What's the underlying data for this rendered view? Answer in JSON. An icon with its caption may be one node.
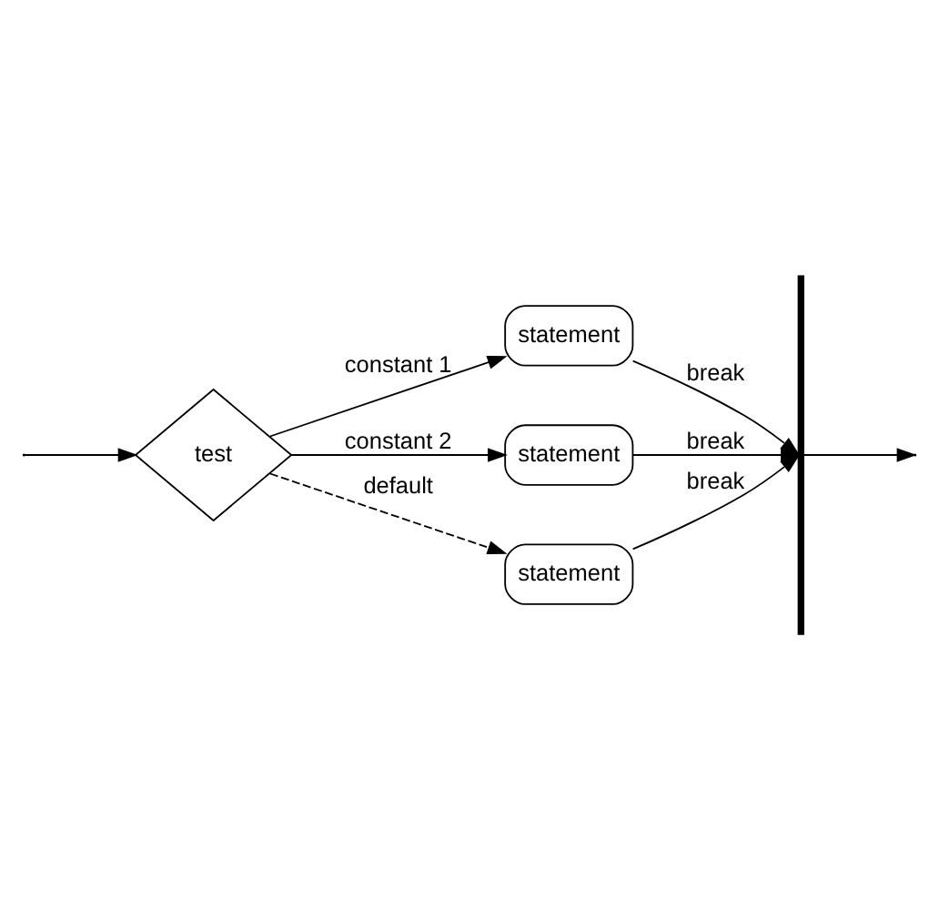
{
  "diagram": {
    "nodes": [
      {
        "text": [
          "test"
        ]
      },
      {
        "text": [
          "statement"
        ]
      },
      {
        "text": [
          "statement"
        ]
      },
      {
        "text": [
          "statement"
        ]
      },
      {
        "text": [],
        "shape": "bar"
      }
    ],
    "edges": [
      {
        "from": null,
        "to": 0,
        "arrow": "to"
      },
      {
        "from": 0,
        "to": 1,
        "arrow": "to",
        "label": "constant 1"
      },
      {
        "from": 0,
        "to": 2,
        "arrow": "to",
        "label": "constant 2"
      },
      {
        "from": 0,
        "to": 3,
        "arrow": "to",
        "label": "default",
        "style": "dashed"
      },
      {
        "from": 1,
        "to": 4,
        "arrow": "to",
        "label": "break"
      },
      {
        "from": 2,
        "to": 4,
        "arrow": "to",
        "label": "break"
      },
      {
        "from": 3,
        "to": 4,
        "arrow": "to",
        "label": "break"
      },
      {
        "from": 4,
        "to": null,
        "arrow": "to"
      }
    ]
  }
}
